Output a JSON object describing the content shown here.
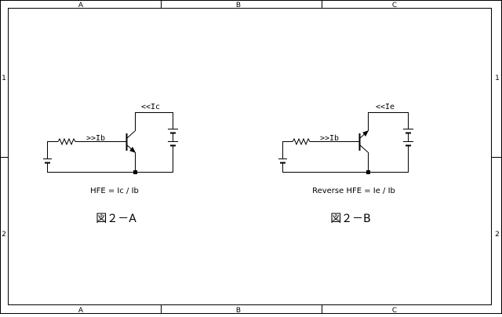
{
  "frame": {
    "columns": [
      "A",
      "B",
      "C"
    ],
    "rows": [
      "1",
      "2"
    ]
  },
  "circuit_a": {
    "collector_current_label": "<<Ic",
    "base_current_label": ">>Ib",
    "formula": "HFE = Ic / Ib",
    "caption": "図２－A"
  },
  "circuit_b": {
    "collector_current_label": "<<Ie",
    "base_current_label": ">>Ib",
    "formula": "Reverse HFE = Ie / Ib",
    "caption": "図２－B"
  },
  "colors": {
    "line": "#000000",
    "background": "#ffffff"
  }
}
